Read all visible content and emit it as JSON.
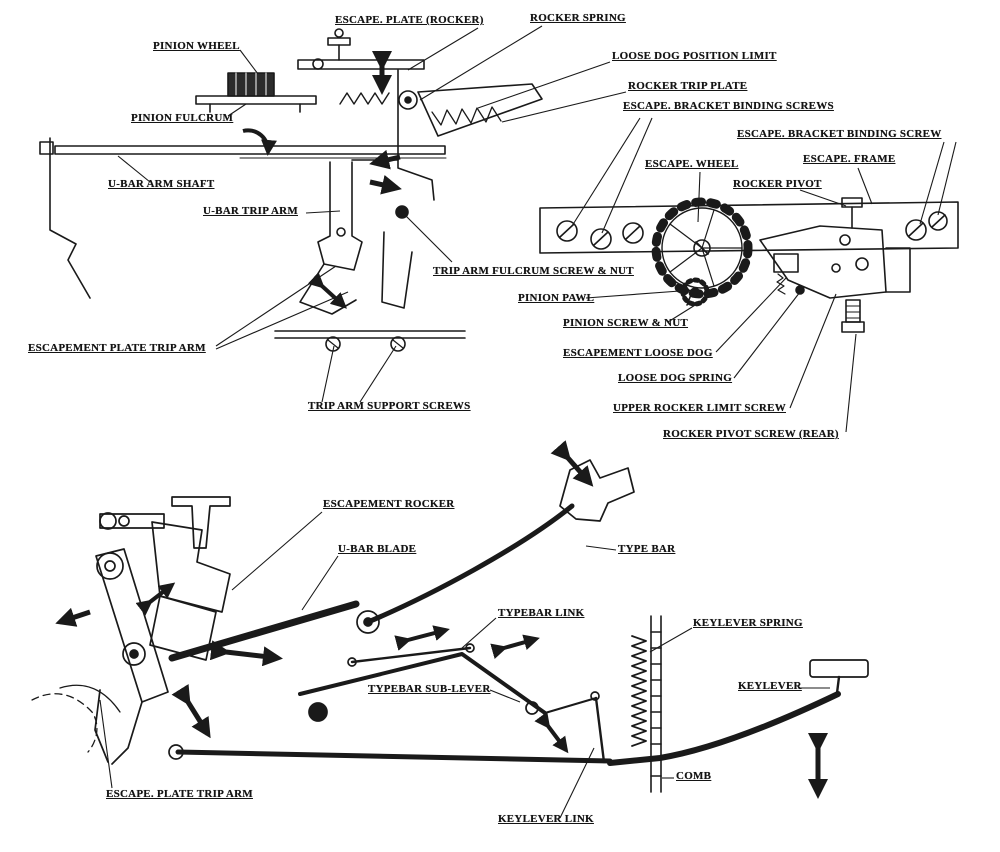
{
  "figure": {
    "ink_color": "#1a1a1a",
    "background_color": "#ffffff"
  },
  "labels": [
    {
      "text": "ESCAPE. PLATE (ROCKER)"
    },
    {
      "text": "ROCKER SPRING"
    },
    {
      "text": "PINION WHEEL"
    },
    {
      "text": "LOOSE DOG POSITION LIMIT"
    },
    {
      "text": "ROCKER TRIP PLATE"
    },
    {
      "text": "PINION FULCRUM"
    },
    {
      "text": "ESCAPE. BRACKET BINDING SCREWS"
    },
    {
      "text": "ESCAPE. BRACKET BINDING SCREW"
    },
    {
      "text": "ESCAPE. WHEEL"
    },
    {
      "text": "ESCAPE. FRAME"
    },
    {
      "text": "ROCKER PIVOT"
    },
    {
      "text": "U-BAR ARM SHAFT"
    },
    {
      "text": "U-BAR TRIP ARM"
    },
    {
      "text": "TRIP ARM FULCRUM SCREW & NUT"
    },
    {
      "text": "PINION PAWL"
    },
    {
      "text": "PINION SCREW & NUT"
    },
    {
      "text": "ESCAPEMENT PLATE TRIP ARM"
    },
    {
      "text": "ESCAPEMENT LOOSE DOG"
    },
    {
      "text": "LOOSE DOG SPRING"
    },
    {
      "text": "TRIP ARM SUPPORT SCREWS"
    },
    {
      "text": "UPPER ROCKER LIMIT SCREW"
    },
    {
      "text": "ROCKER PIVOT SCREW (REAR)"
    },
    {
      "text": "ESCAPEMENT ROCKER"
    },
    {
      "text": "U-BAR BLADE"
    },
    {
      "text": "TYPE BAR"
    },
    {
      "text": "TYPEBAR LINK"
    },
    {
      "text": "KEYLEVER SPRING"
    },
    {
      "text": "TYPEBAR SUB-LEVER"
    },
    {
      "text": "KEYLEVER"
    },
    {
      "text": "COMB"
    },
    {
      "text": "ESCAPE. PLATE TRIP ARM"
    },
    {
      "text": "KEYLEVER LINK"
    }
  ]
}
